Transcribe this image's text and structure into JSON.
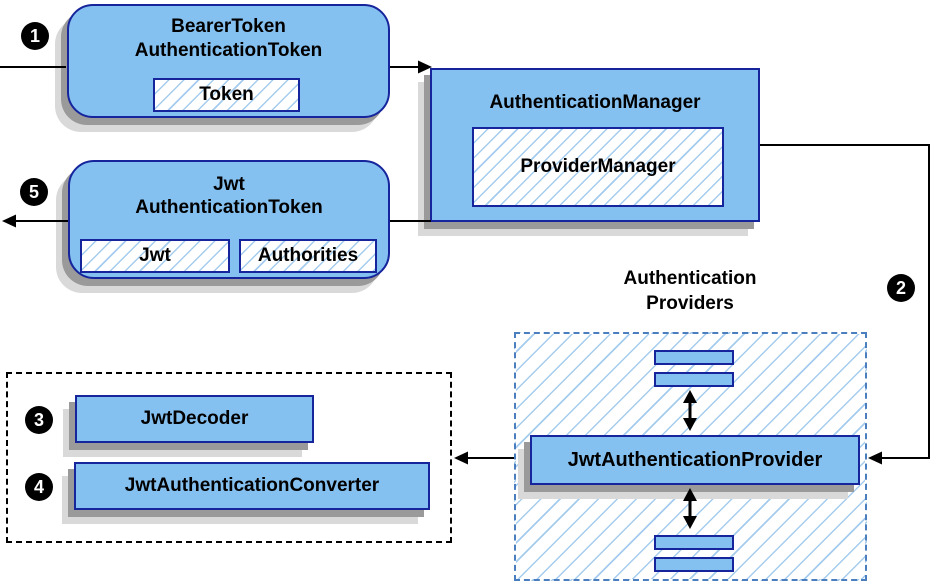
{
  "colors": {
    "node_fill": "#85C1F0",
    "node_border": "#16259C",
    "hatch_line": "#A5CCEE",
    "providers_border": "#4A7EBE",
    "shadow_dark": "#9A9A9A",
    "shadow_light": "#D9D9D9",
    "arrow": "#000000",
    "badge_bg": "#000000",
    "badge_text": "#FFFFFF"
  },
  "badges": {
    "step1": "1",
    "step2": "2",
    "step3": "3",
    "step4": "4",
    "step5": "5"
  },
  "nodes": {
    "bearer": {
      "title1": "BearerToken",
      "title2": "AuthenticationToken",
      "token_field": "Token"
    },
    "manager": {
      "title": "AuthenticationManager",
      "provider_manager_field": "ProviderManager"
    },
    "jwt_token": {
      "title1": "Jwt",
      "title2": "AuthenticationToken",
      "jwt_field": "Jwt",
      "authorities_field": "Authorities"
    },
    "providers_group": {
      "label1": "Authentication",
      "label2": "Providers",
      "provider": "JwtAuthenticationProvider"
    },
    "converter_group": {
      "decoder": "JwtDecoder",
      "converter": "JwtAuthenticationConverter"
    }
  }
}
